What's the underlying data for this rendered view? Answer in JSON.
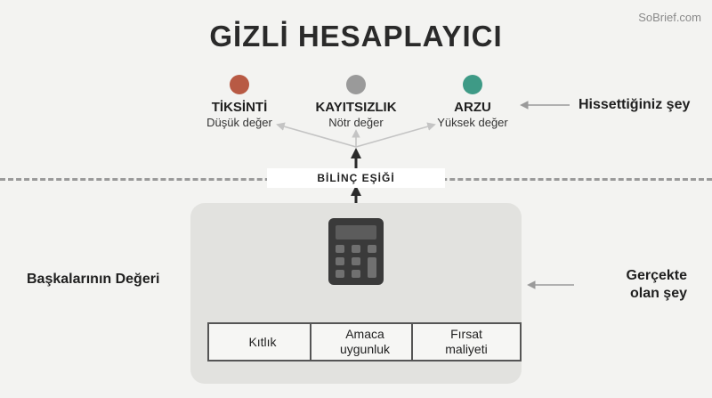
{
  "watermark": "SoBrief.com",
  "title": "GİZLİ HESAPLAYICI",
  "emotions": [
    {
      "name": "TİKSİNTİ",
      "level": "Düşük değer",
      "color": "#b85a44"
    },
    {
      "name": "KAYITSIZLIK",
      "level": "Nötr değer",
      "color": "#9a9a9a"
    },
    {
      "name": "ARZU",
      "level": "Yüksek değer",
      "color": "#3e9a86"
    }
  ],
  "felt_label": "Hissettiğiniz şey",
  "threshold_label": "BİLİNÇ EŞİĞİ",
  "left_label": "Başkalarının Değeri",
  "right_label_line1": "Gerçekte",
  "right_label_line2": "olan şey",
  "inputs": [
    {
      "line1": "Kıtlık",
      "line2": ""
    },
    {
      "line1": "Amaca",
      "line2": "uygunluk"
    },
    {
      "line1": "Fırsat",
      "line2": "maliyeti"
    }
  ],
  "calculator_icon": "calculator-icon",
  "colors": {
    "arrow_light": "#c4c4c4",
    "arrow_dark": "#2a2a2a",
    "box_border": "#555555"
  }
}
